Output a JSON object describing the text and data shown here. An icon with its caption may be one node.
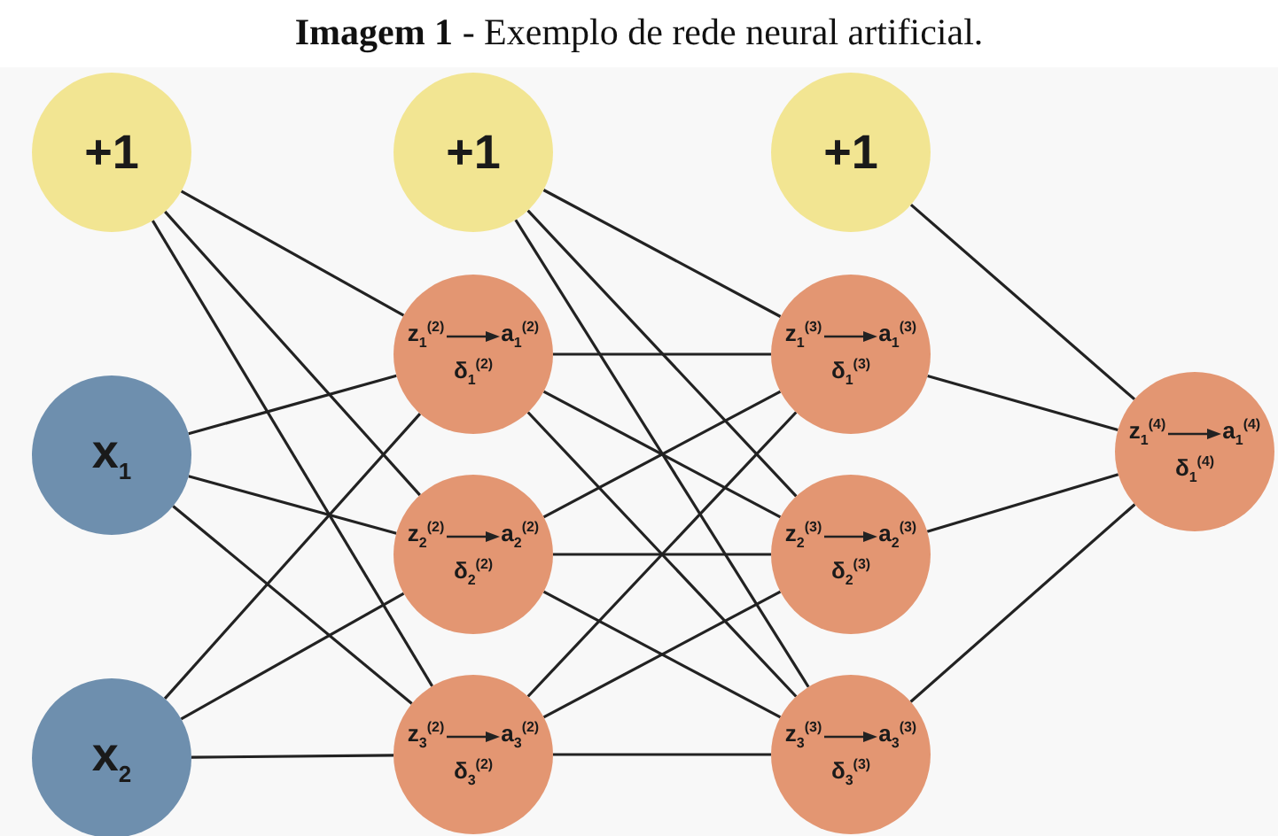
{
  "diagram": {
    "title": "**Imagem 1** - Exemplo de rede neural artificial.",
    "nodes": [
      {
        "text": [
          "+1"
        ]
      },
      {
        "text": [
          "x$_{1}$"
        ]
      },
      {
        "text": [
          "x$_{2}$"
        ]
      },
      {
        "text": [
          "+1"
        ]
      },
      {
        "text": [
          "z$_{1}$$^{(2)}$",
          "a$_{1}$$^{(2)}$",
          "δ$_{1}$$^{(2)}$"
        ]
      },
      {
        "text": [
          "z$_{2}$$^{(2)}$",
          "a$_{2}$$^{(2)}$",
          "δ$_{2}$$^{(2)}$"
        ]
      },
      {
        "text": [
          "z$_{3}$$^{(2)}$",
          "a$_{3}$$^{(2)}$",
          "δ$_{3}$$^{(2)}$"
        ]
      },
      {
        "text": [
          "+1"
        ]
      },
      {
        "text": [
          "z$_{1}$$^{(3)}$",
          "a$_{1}$$^{(3)}$",
          "δ$_{1}$$^{(3)}$"
        ]
      },
      {
        "text": [
          "z$_{2}$$^{(3)}$",
          "a$_{2}$$^{(3)}$",
          "δ$_{2}$$^{(3)}$"
        ]
      },
      {
        "text": [
          "z$_{3}$$^{(3)}$",
          "a$_{3}$$^{(3)}$",
          "δ$_{3}$$^{(3)}$"
        ]
      },
      {
        "text": [
          "z$_{1}$$^{(4)}$",
          "a$_{1}$$^{(4)}$",
          "δ$_{1}$$^{(4)}$"
        ]
      }
    ],
    "edges": [
      {
        "from": 0,
        "to": 4,
        "arrow": "none"
      },
      {
        "from": 0,
        "to": 5,
        "arrow": "none"
      },
      {
        "from": 0,
        "to": 6,
        "arrow": "none"
      },
      {
        "from": 1,
        "to": 4,
        "arrow": "none"
      },
      {
        "from": 1,
        "to": 5,
        "arrow": "none"
      },
      {
        "from": 1,
        "to": 6,
        "arrow": "none"
      },
      {
        "from": 2,
        "to": 4,
        "arrow": "none"
      },
      {
        "from": 2,
        "to": 5,
        "arrow": "none"
      },
      {
        "from": 2,
        "to": 6,
        "arrow": "none"
      },
      {
        "from": 3,
        "to": 8,
        "arrow": "none"
      },
      {
        "from": 3,
        "to": 9,
        "arrow": "none"
      },
      {
        "from": 3,
        "to": 10,
        "arrow": "none"
      },
      {
        "from": 4,
        "to": 8,
        "arrow": "none"
      },
      {
        "from": 4,
        "to": 9,
        "arrow": "none"
      },
      {
        "from": 4,
        "to": 10,
        "arrow": "none"
      },
      {
        "from": 5,
        "to": 8,
        "arrow": "none"
      },
      {
        "from": 5,
        "to": 9,
        "arrow": "none"
      },
      {
        "from": 5,
        "to": 10,
        "arrow": "none"
      },
      {
        "from": 6,
        "to": 8,
        "arrow": "none"
      },
      {
        "from": 6,
        "to": 9,
        "arrow": "none"
      },
      {
        "from": 6,
        "to": 10,
        "arrow": "none"
      },
      {
        "from": 7,
        "to": 11,
        "arrow": "none"
      },
      {
        "from": 8,
        "to": 11,
        "arrow": "none"
      },
      {
        "from": 9,
        "to": 11,
        "arrow": "none"
      },
      {
        "from": 10,
        "to": 11,
        "arrow": "none"
      }
    ]
  }
}
